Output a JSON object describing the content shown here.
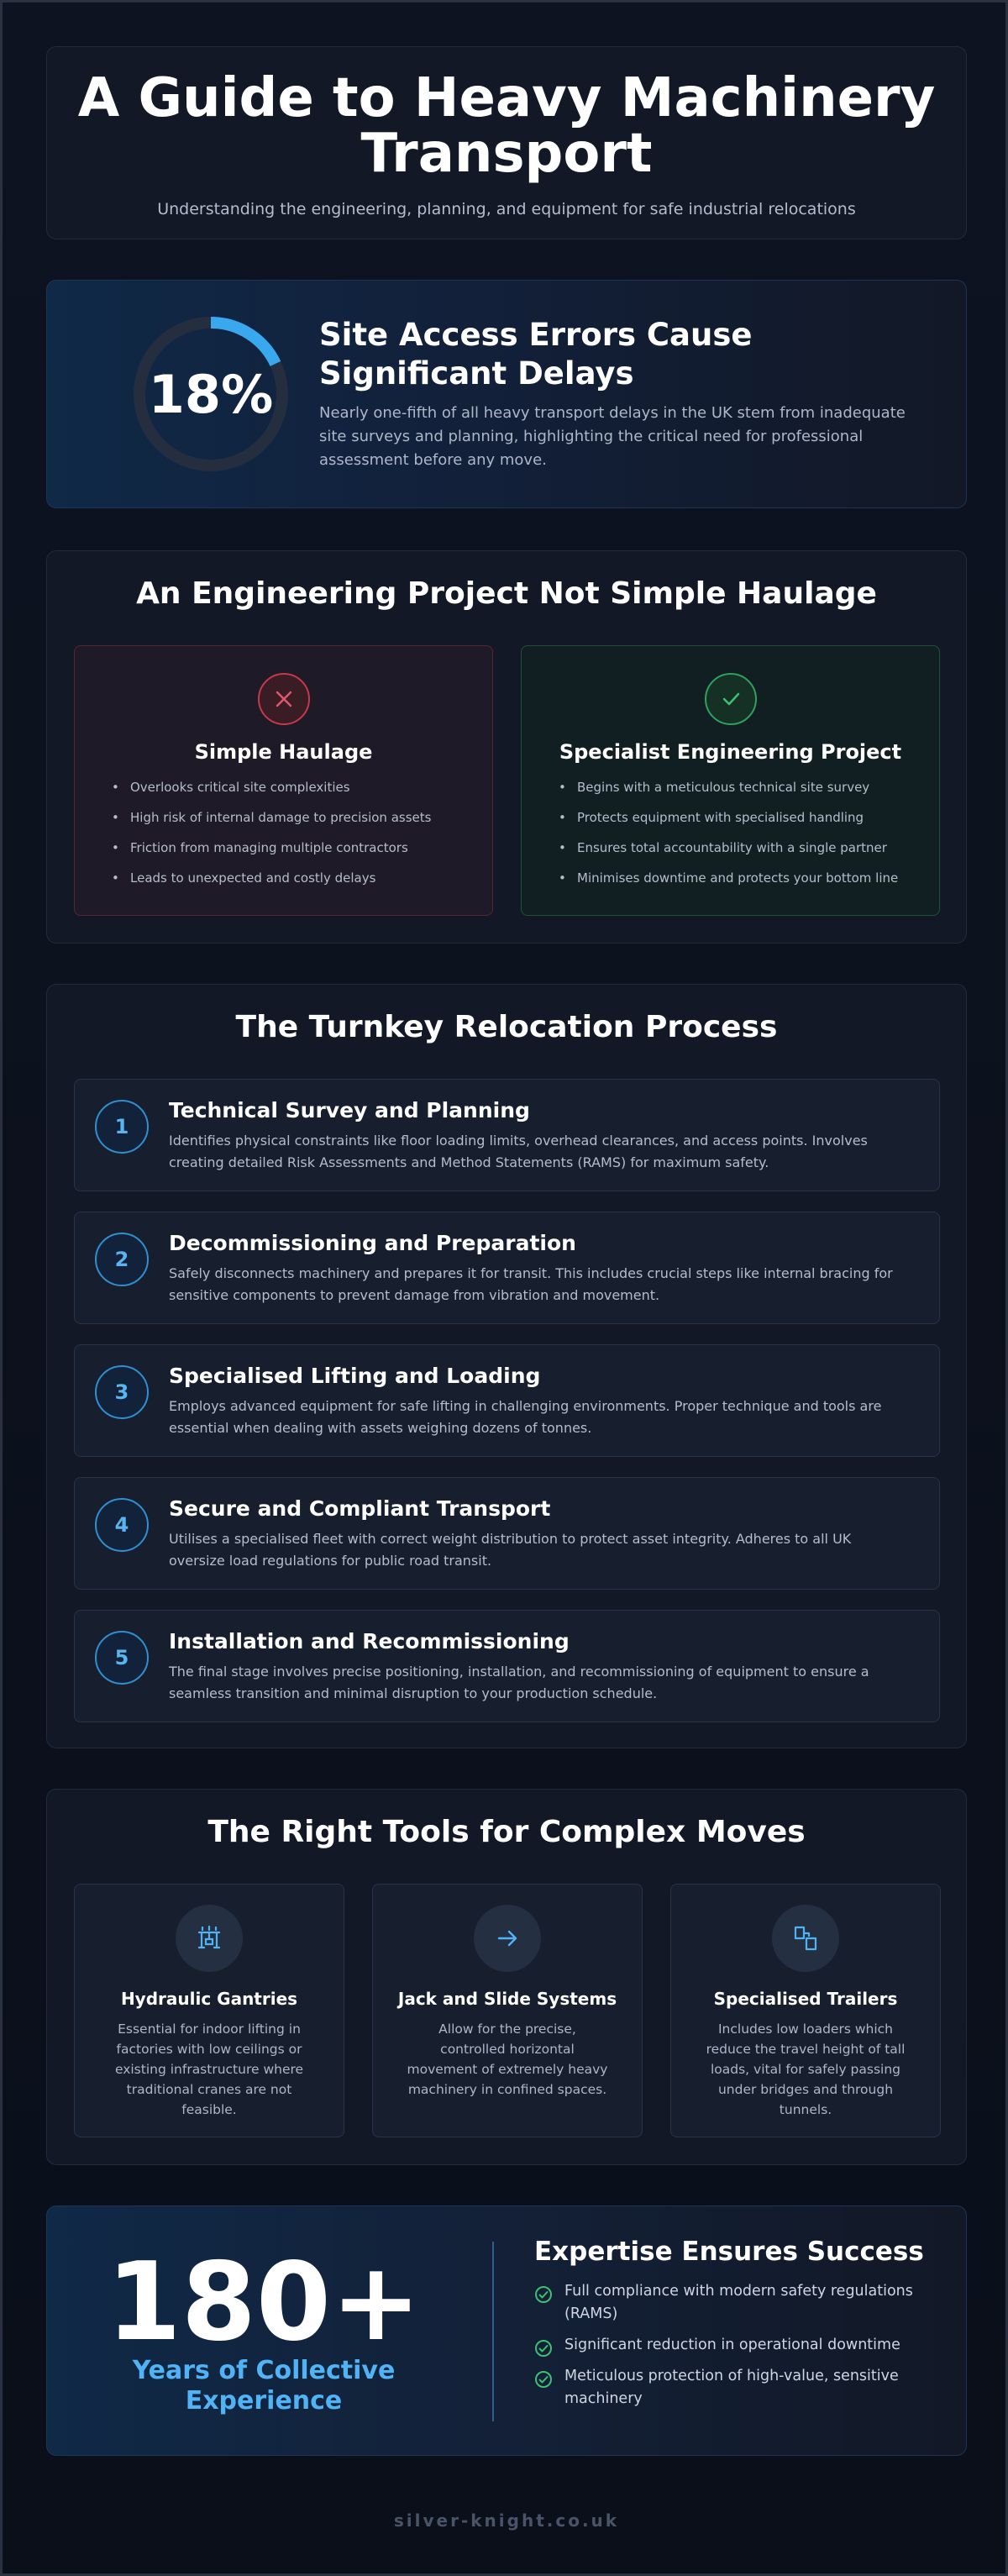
{
  "header": {
    "title": "A Guide to Heavy Machinery Transport",
    "subtitle": "Understanding the engineering, planning, and equipment for safe industrial relocations"
  },
  "stat": {
    "value": "18%",
    "fraction": 0.18,
    "heading": "Site Access Errors Cause Significant Delays",
    "text": "Nearly one-fifth of all heavy transport delays in the UK stem from inadequate site surveys and planning, highlighting the critical need for professional assessment before any move."
  },
  "compare": {
    "title": "An Engineering Project Not Simple Haulage",
    "bad": {
      "icon": "cross-icon",
      "heading": "Simple Haulage",
      "items": [
        "Overlooks critical site complexities",
        "High risk of internal damage to precision assets",
        "Friction from managing multiple contractors",
        "Leads to unexpected and costly delays"
      ]
    },
    "good": {
      "icon": "check-icon",
      "heading": "Specialist Engineering Project",
      "items": [
        "Begins with a meticulous technical site survey",
        "Protects equipment with specialised handling",
        "Ensures total accountability with a single partner",
        "Minimises downtime and protects your bottom line"
      ]
    }
  },
  "process": {
    "title": "The Turnkey Relocation Process",
    "steps": [
      {
        "num": "1",
        "title": "Technical Survey and Planning",
        "text": "Identifies physical constraints like floor loading limits, overhead clearances, and access points. Involves creating detailed Risk Assessments and Method Statements (RAMS) for maximum safety."
      },
      {
        "num": "2",
        "title": "Decommissioning and Preparation",
        "text": "Safely disconnects machinery and prepares it for transit. This includes crucial steps like internal bracing for sensitive components to prevent damage from vibration and movement."
      },
      {
        "num": "3",
        "title": "Specialised Lifting and Loading",
        "text": "Employs advanced equipment for safe lifting in challenging environments. Proper technique and tools are essential when dealing with assets weighing dozens of tonnes."
      },
      {
        "num": "4",
        "title": "Secure and Compliant Transport",
        "text": "Utilises a specialised fleet with correct weight distribution to protect asset integrity. Adheres to all UK oversize load regulations for public road transit."
      },
      {
        "num": "5",
        "title": "Installation and Recommissioning",
        "text": "The final stage involves precise positioning, installation, and recommissioning of equipment to ensure a seamless transition and minimal disruption to your production schedule."
      }
    ]
  },
  "tools": {
    "title": "The Right Tools for Complex Moves",
    "items": [
      {
        "icon": "gantry-icon",
        "title": "Hydraulic Gantries",
        "text": "Essential for indoor lifting in factories with low ceilings or existing infrastructure where traditional cranes are not feasible."
      },
      {
        "icon": "arrow-right-icon",
        "title": "Jack and Slide Systems",
        "text": "Allow for the precise, controlled horizontal movement of extremely heavy machinery in confined spaces."
      },
      {
        "icon": "trailer-icon",
        "title": "Specialised Trailers",
        "text": "Includes low loaders which reduce the travel height of tall loads, vital for safely passing under bridges and through tunnels."
      }
    ]
  },
  "expertise": {
    "number": "180+",
    "label": "Years of Collective Experience",
    "heading": "Expertise Ensures Success",
    "items": [
      "Full compliance with modern safety regulations (RAMS)",
      "Significant reduction in operational downtime",
      "Meticulous protection of high-value, sensitive machinery"
    ]
  },
  "footer": {
    "domain": "silver-knight.co.uk"
  },
  "colors": {
    "accent": "#4fb3f5",
    "bad": "#c5394a",
    "good": "#2fa15b",
    "background": "#0b101b"
  }
}
